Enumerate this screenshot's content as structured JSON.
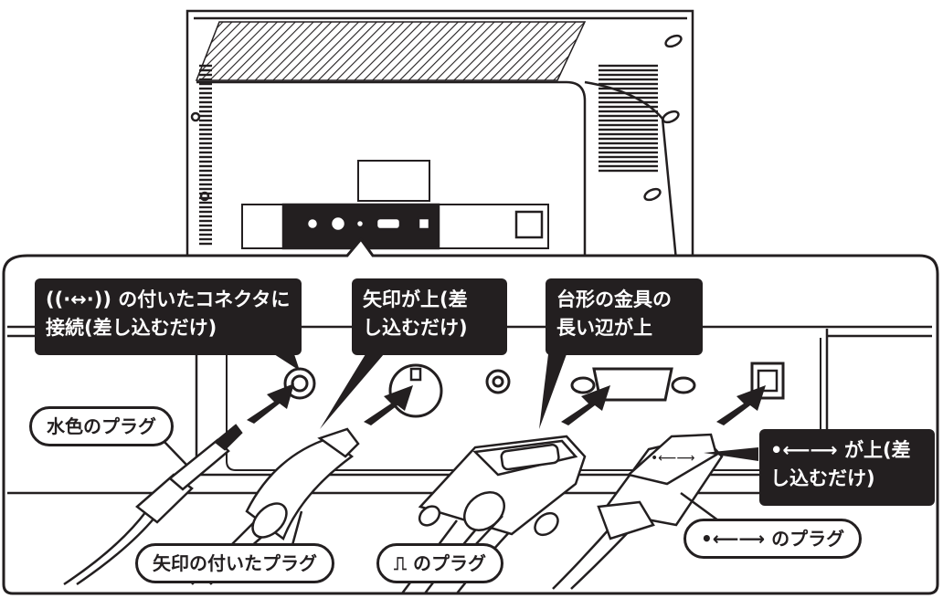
{
  "callouts": {
    "wireless_connector": {
      "symbol": "((·↔·))",
      "line1": "の付いたコネクタに",
      "line2": "接続(差し込むだけ)"
    },
    "arrow_up_insert": {
      "line1": "矢印が上(差",
      "line2": "し込むだけ)"
    },
    "trapezoid_bracket": {
      "line1": "台形の金具の",
      "line2": "長い辺が上"
    },
    "usb_up_insert": {
      "symbol": "•⟵⟶",
      "line1": "が上(差",
      "line2": "し込むだけ)"
    }
  },
  "labels": {
    "light_blue_plug": "水色のプラグ",
    "arrow_plug": "矢印の付いたプラグ",
    "monitor_plug_symbol": "⎍",
    "monitor_plug": "のプラグ",
    "usb_plug_symbol": "•⟵⟶",
    "usb_plug": "のプラグ"
  },
  "icons": [
    "wireless-audio-icon",
    "usb-icon",
    "display-port-icon"
  ],
  "colors": {
    "ink": "#231f20",
    "paper": "#ffffff",
    "gray": "#d0d0d0"
  }
}
